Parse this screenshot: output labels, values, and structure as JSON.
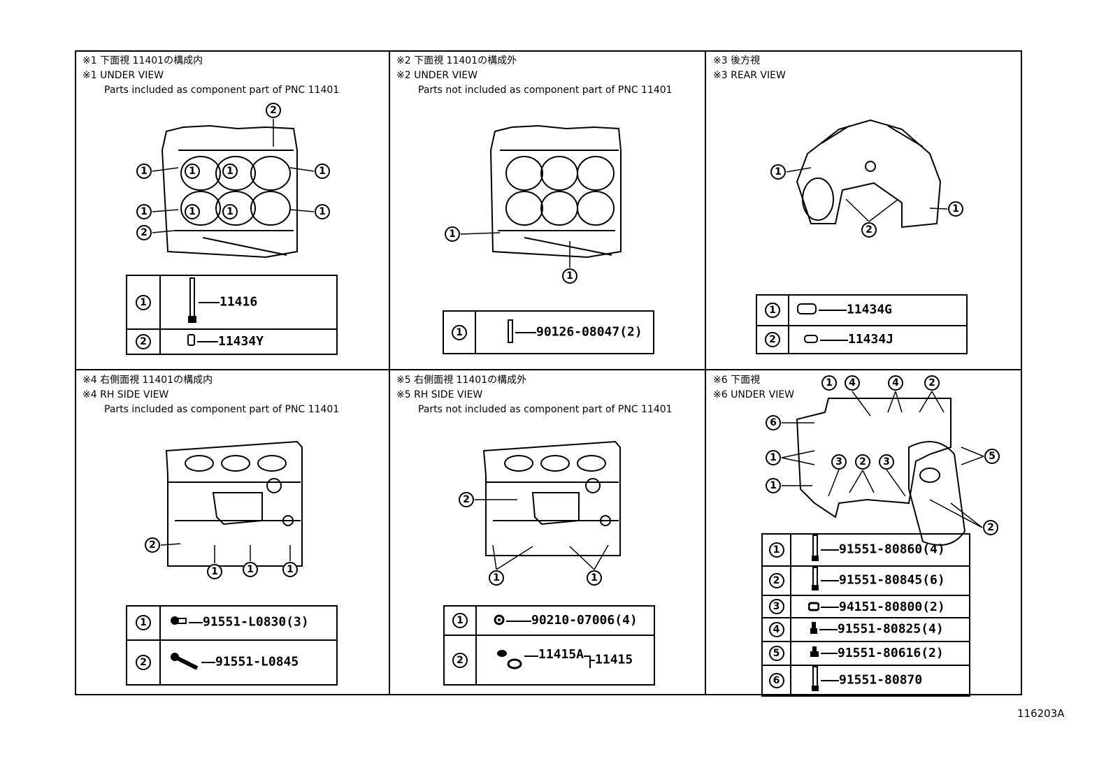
{
  "panels": [
    {
      "title_jp": "※1 下面視 11401の構成内",
      "title_en": "※1 UNDER VIEW",
      "note": "Parts included as component part of PNC 11401",
      "callouts": [
        "2",
        "1",
        "1",
        "1",
        "1",
        "1",
        "1",
        "1",
        "1",
        "2"
      ],
      "table": [
        {
          "num": "1",
          "part": "11416",
          "icon": "long-bolt-icon"
        },
        {
          "num": "2",
          "part": "11434Y",
          "icon": "dowel-pin-icon"
        }
      ]
    },
    {
      "title_jp": "※2 下面視 11401の構成外",
      "title_en": "※2 UNDER VIEW",
      "note": "Parts not included as component part of PNC 11401",
      "callouts": [
        "1",
        "1"
      ],
      "table": [
        {
          "num": "1",
          "part": "90126-08047(2)",
          "icon": "stud-bolt-icon"
        }
      ]
    },
    {
      "title_jp": "※3 後方視",
      "title_en": "※3 REAR VIEW",
      "note": "",
      "callouts": [
        "1",
        "1",
        "2"
      ],
      "table": [
        {
          "num": "1",
          "part": "11434G",
          "icon": "dowel-pin-icon"
        },
        {
          "num": "2",
          "part": "11434J",
          "icon": "dowel-pin-icon"
        }
      ]
    },
    {
      "title_jp": "※4 右側面視 11401の構成内",
      "title_en": "※4 RH SIDE VIEW",
      "note": "Parts included as component part of PNC 11401",
      "callouts": [
        "2",
        "1",
        "1",
        "1"
      ],
      "table": [
        {
          "num": "1",
          "part": "91551-L0830(3)",
          "icon": "flange-bolt-icon"
        },
        {
          "num": "2",
          "part": "91551-L0845",
          "icon": "flange-bolt-icon"
        }
      ]
    },
    {
      "title_jp": "※5 右側面視 11401の構成外",
      "title_en": "※5 RH SIDE VIEW",
      "note": "Parts not included as component part of PNC 11401",
      "callouts": [
        "2",
        "1",
        "1"
      ],
      "table": [
        {
          "num": "1",
          "part": "90210-07006(4)",
          "icon": "washer-icon"
        },
        {
          "num": "2",
          "part": "11415A",
          "part_assy": "11415",
          "icon": "plug-icon"
        }
      ]
    },
    {
      "title_jp": "※6 下面視",
      "title_en": "※6 UNDER VIEW",
      "note": "",
      "callouts": [
        "1",
        "4",
        "4",
        "2",
        "6",
        "1",
        "5",
        "3",
        "2",
        "3",
        "1",
        "2"
      ],
      "table": [
        {
          "num": "1",
          "part": "91551-80860(4)",
          "icon": "long-bolt-icon"
        },
        {
          "num": "2",
          "part": "91551-80845(6)",
          "icon": "long-bolt-icon"
        },
        {
          "num": "3",
          "part": "94151-80800(2)",
          "icon": "nut-icon"
        },
        {
          "num": "4",
          "part": "91551-80825(4)",
          "icon": "short-bolt-icon"
        },
        {
          "num": "5",
          "part": "91551-80616(2)",
          "icon": "short-bolt-icon"
        },
        {
          "num": "6",
          "part": "91551-80870",
          "icon": "long-bolt-icon"
        }
      ]
    }
  ],
  "footer": {
    "illustration_id": "116203A"
  }
}
